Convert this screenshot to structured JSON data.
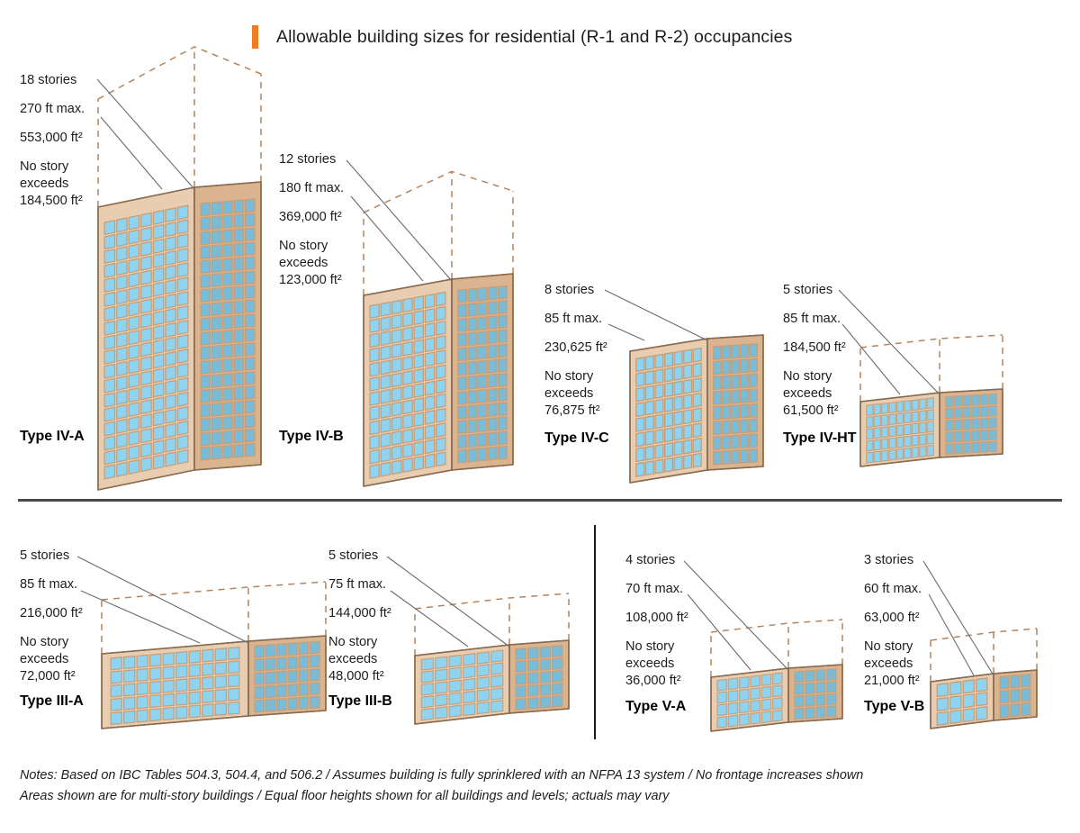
{
  "header": {
    "title": "Allowable building sizes for residential (R-1 and R-2) occupancies",
    "accent_color": "#f47b20"
  },
  "colors": {
    "glass_front": "#8ed3ef",
    "glass_side": "#79bcd8",
    "frame_light": "#e8cdb0",
    "frame_mid": "#d9b48f",
    "frame_dark": "#c79d77",
    "outline": "#8a6b4f",
    "dashed": "#b5845c",
    "leader": "#6b6b6b",
    "divider": "#4a4a4a"
  },
  "labels": {
    "stories_suffix": "stories",
    "height_suffix": "ft max.",
    "area_suffix": "ft²",
    "no_story_line1": "No story",
    "no_story_line2": "exceeds"
  },
  "buildings": [
    {
      "id": "type-iv-a",
      "type_label": "Type IV-A",
      "stories": "18 stories",
      "height": "270 ft max.",
      "area": "553,000 ft²",
      "no_story_1": "No story",
      "no_story_2": "exceeds",
      "no_story_3": "184,500 ft²",
      "stories_count": 18,
      "front_bays": 7,
      "side_bays": 5
    },
    {
      "id": "type-iv-b",
      "type_label": "Type IV-B",
      "stories": "12 stories",
      "height": "180 ft max.",
      "area": "369,000 ft²",
      "no_story_1": "No story",
      "no_story_2": "exceeds",
      "no_story_3": "123,000 ft²",
      "stories_count": 12,
      "front_bays": 7,
      "side_bays": 5
    },
    {
      "id": "type-iv-c",
      "type_label": "Type IV-C",
      "stories": "8 stories",
      "height": "85 ft max.",
      "area": "230,625 ft²",
      "no_story_1": "No story",
      "no_story_2": "exceeds",
      "no_story_3": "76,875 ft²",
      "stories_count": 8,
      "front_bays": 7,
      "side_bays": 5
    },
    {
      "id": "type-iv-ht",
      "type_label": "Type IV-HT",
      "stories": "5 stories",
      "height": "85 ft max.",
      "area": "184,500 ft²",
      "no_story_1": "No story",
      "no_story_2": "exceeds",
      "no_story_3": "61,500 ft²",
      "stories_count": 5,
      "front_bays": 9,
      "side_bays": 6
    },
    {
      "id": "type-iii-a",
      "type_label": "Type III-A",
      "stories": "5 stories",
      "height": "85 ft max.",
      "area": "216,000 ft²",
      "no_story_1": "No story",
      "no_story_2": "exceeds",
      "no_story_3": "72,000 ft²",
      "stories_count": 5,
      "front_bays": 10,
      "side_bays": 6
    },
    {
      "id": "type-iii-b",
      "type_label": "Type III-B",
      "stories": "5 stories",
      "height": "75 ft max.",
      "area": "144,000 ft²",
      "no_story_1": "No story",
      "no_story_2": "exceeds",
      "no_story_3": "48,000 ft²",
      "stories_count": 5,
      "front_bays": 6,
      "side_bays": 4
    },
    {
      "id": "type-v-a",
      "type_label": "Type V-A",
      "stories": "4 stories",
      "height": "70 ft max.",
      "area": "108,000 ft²",
      "no_story_1": "No story",
      "no_story_2": "exceeds",
      "no_story_3": "36,000 ft²",
      "stories_count": 4,
      "front_bays": 6,
      "side_bays": 4
    },
    {
      "id": "type-v-b",
      "type_label": "Type V-B",
      "stories": "3 stories",
      "height": "60 ft max.",
      "area": "63,000 ft²",
      "no_story_1": "No story",
      "no_story_2": "exceeds",
      "no_story_3": "21,000 ft²",
      "stories_count": 3,
      "front_bays": 4,
      "side_bays": 3
    }
  ],
  "notes": {
    "line1": "Notes:  Based on IBC Tables 504.3, 504.4, and 506.2  /  Assumes building is fully sprinklered with an NFPA 13 system  /  No frontage increases shown",
    "line2": "Areas shown are for multi-story buildings  /  Equal floor heights shown for all buildings and levels; actuals may vary"
  }
}
